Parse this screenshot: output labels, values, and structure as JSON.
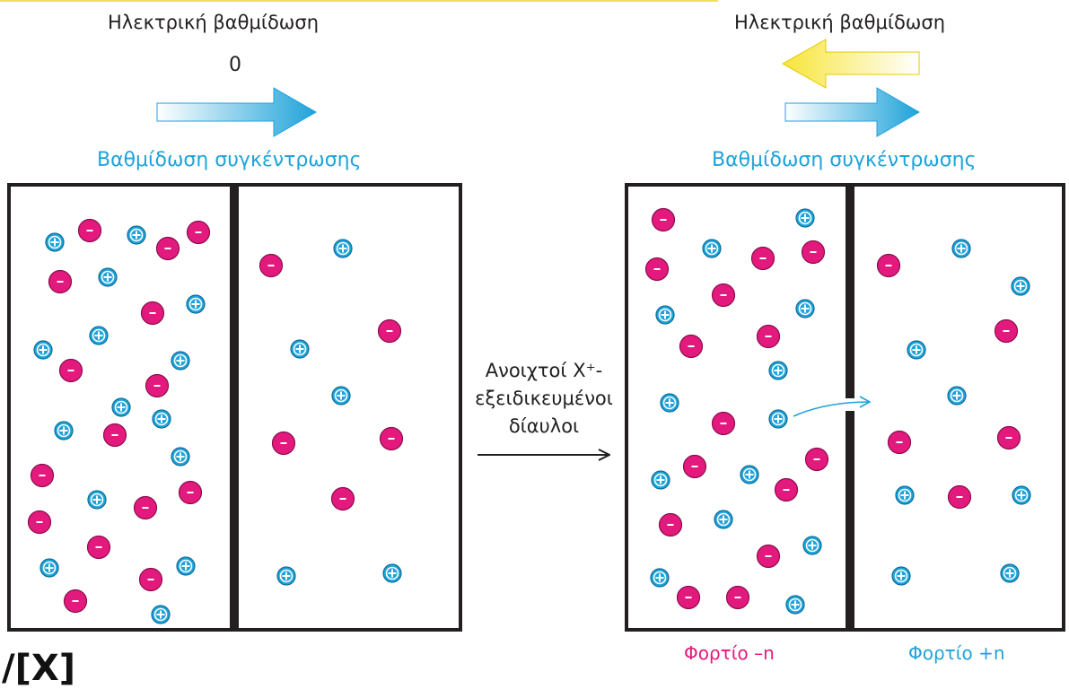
{
  "left_panel": {
    "electric_gradient_label": "Ηλεκτρική βαθμίδωση",
    "electric_gradient_value": "0",
    "concentration_gradient_label": "Βαθμίδωση συγκέντρωσης"
  },
  "right_panel": {
    "electric_gradient_label": "Ηλεκτρική βαθμίδωση",
    "concentration_gradient_label": "Βαθμίδωση συγκέντρωσης",
    "charge_left": "Φορτίο –n",
    "charge_right": "Φορτίο +n"
  },
  "transition": {
    "line1": "Ανοιχτοί X⁺-",
    "line2": "εξειδικευμένοι",
    "line3": "δίαυλοι"
  },
  "bottom_label": "/[X]",
  "colors": {
    "positive_ion": "#1fa3d9",
    "negative_ion": "#e4197d",
    "electric_arrow": "#f7e53a",
    "concentration_arrow": "#1fa3d9",
    "membrane": "#231f20"
  },
  "ion_symbols": {
    "positive": "+",
    "negative": "–"
  }
}
